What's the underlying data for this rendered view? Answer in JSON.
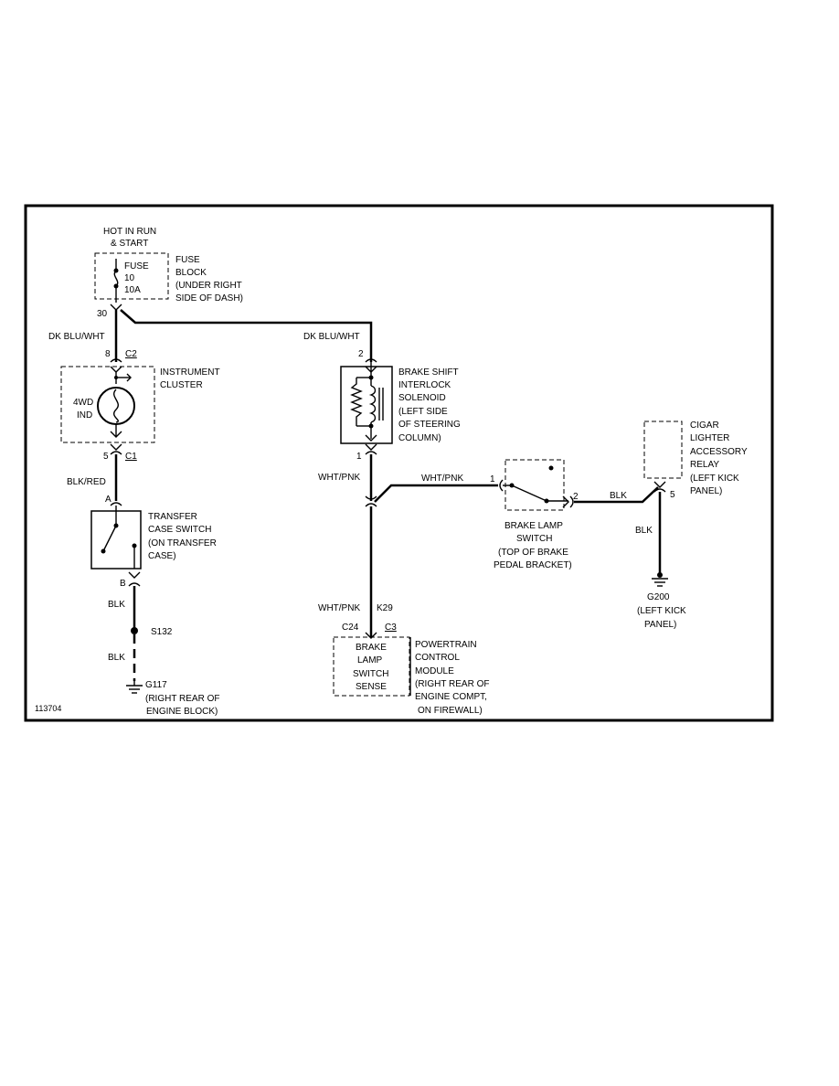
{
  "figure_id": "113704",
  "supply": {
    "line1": "HOT IN RUN",
    "line2": "& START"
  },
  "fuse": {
    "name": "FUSE",
    "number": "10",
    "rating": "10A",
    "terminal": "30"
  },
  "fuse_block": {
    "line1": "FUSE",
    "line2": "BLOCK",
    "line3": "(UNDER RIGHT",
    "line4": "SIDE OF DASH)"
  },
  "wires": {
    "dk_blu_wht_left": "DK BLU/WHT",
    "dk_blu_wht_right": "DK BLU/WHT",
    "blk_red": "BLK/RED",
    "blk_1": "BLK",
    "blk_2": "BLK",
    "wht_pnk_left": "WHT/PNK",
    "wht_pnk_top": "WHT/PNK",
    "wht_pnk_lower": "WHT/PNK",
    "blk_relay": "BLK",
    "blk_g200": "BLK"
  },
  "instrument_cluster": {
    "pin_top": "8",
    "conn_top": "C2",
    "pin_bottom": "5",
    "conn_bottom": "C1",
    "indicator1": "4WD",
    "indicator2": "IND",
    "label1": "INSTRUMENT",
    "label2": "CLUSTER"
  },
  "transfer_case_switch": {
    "pin_a": "A",
    "pin_b": "B",
    "line1": "TRANSFER",
    "line2": "CASE SWITCH",
    "line3": "(ON TRANSFER",
    "line4": "CASE)"
  },
  "splice": {
    "name": "S132"
  },
  "ground_g117": {
    "name": "G117",
    "line1": "(RIGHT REAR OF",
    "line2": "ENGINE BLOCK)"
  },
  "solenoid": {
    "pin_top": "2",
    "pin_bottom": "1",
    "line1": "BRAKE SHIFT",
    "line2": "INTERLOCK",
    "line3": "SOLENOID",
    "line4": "(LEFT SIDE",
    "line5": "OF STEERING",
    "line6": "COLUMN)"
  },
  "brake_lamp_switch": {
    "pin1": "1",
    "pin2": "2",
    "line1": "BRAKE LAMP",
    "line2": "SWITCH",
    "line3": "(TOP OF BRAKE",
    "line4": "PEDAL BRACKET)"
  },
  "relay": {
    "pin": "5",
    "line1": "CIGAR",
    "line2": "LIGHTER",
    "line3": "ACCESSORY",
    "line4": "RELAY",
    "line5": "(LEFT KICK",
    "line6": "PANEL)"
  },
  "ground_g200": {
    "name": "G200",
    "line1": "(LEFT KICK",
    "line2": "PANEL)"
  },
  "pcm": {
    "pin_k": "K29",
    "pin_c": "C24",
    "conn": "C3",
    "in1": "BRAKE",
    "in2": "LAMP",
    "in3": "SWITCH",
    "in4": "SENSE",
    "line1": "POWERTRAIN",
    "line2": "CONTROL",
    "line3": "MODULE",
    "line4": "(RIGHT REAR OF",
    "line5": "ENGINE COMPT,",
    "line6": "ON FIREWALL)"
  }
}
